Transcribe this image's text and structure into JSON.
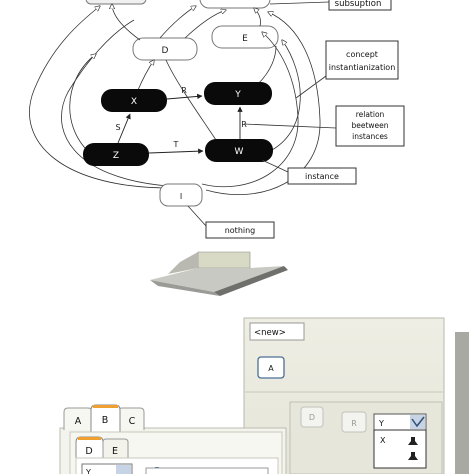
{
  "diagram": {
    "nodes": {
      "d": "D",
      "e": "E",
      "x": "X",
      "y": "Y",
      "z": "Z",
      "w": "W",
      "i": "I"
    },
    "edges": {
      "r_xy": "R",
      "s_zx": "S",
      "t_zw": "T",
      "r_wy": "R"
    },
    "callouts": {
      "subsumption": "subsuption",
      "concept_line1": "concept",
      "concept_line2": "instantianization",
      "relation_line1": "relation",
      "relation_line2": "beetween",
      "relation_line3": "instances",
      "instance": "instance",
      "nothing": "nothing"
    }
  },
  "gui": {
    "new_field": "<new>",
    "button_a": "A",
    "button_d": "D",
    "button_r": "R",
    "select_y": "Y",
    "option_x": "X",
    "tabs": [
      "A",
      "B",
      "C"
    ],
    "subtabs": [
      "D",
      "E"
    ],
    "select_yy": "Y",
    "label_b": "B"
  }
}
